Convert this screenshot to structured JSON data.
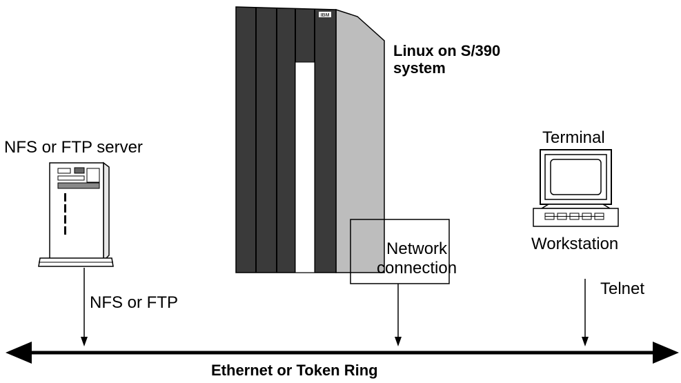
{
  "labels": {
    "system_line1": "Linux on S/390",
    "system_line2": "system",
    "server": "NFS or FTP server",
    "terminal": "Terminal",
    "workstation": "Workstation",
    "network_line1": "Network",
    "network_line2": "connection",
    "nfs_ftp": "NFS or FTP",
    "telnet": "Telnet",
    "bus": "Ethernet or Token Ring",
    "logo": "IBM"
  },
  "colors": {
    "line": "#000000",
    "mainframe_dark": "#3a3a3a",
    "mainframe_side": "#bdbdbd",
    "background": "#ffffff"
  },
  "icons": {
    "mainframe": "mainframe-icon",
    "server": "server-tower-icon",
    "workstation": "terminal-workstation-icon"
  }
}
